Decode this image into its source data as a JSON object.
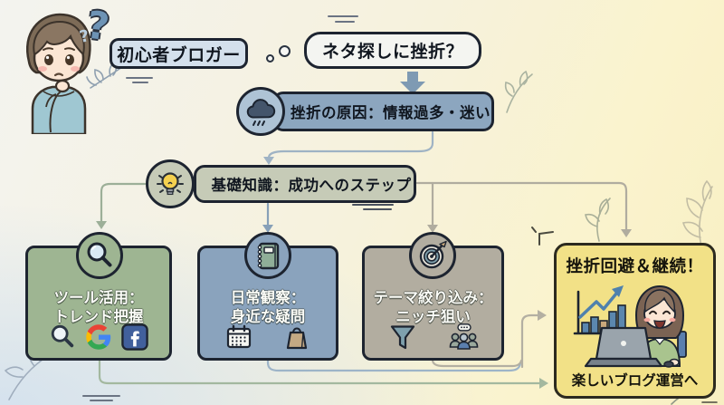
{
  "scene": {
    "type": "blogging-flowchart-infographic"
  },
  "character": {
    "description": "thinking-boy-illustration",
    "question_mark": "?"
  },
  "nodes": {
    "beginner": {
      "label": "初心者ブロガー"
    },
    "thought": {
      "label": "ネタ探しに挫折？"
    },
    "cause": {
      "label": "挫折の原因：情報過多・迷い",
      "icon": "rain-cloud-icon"
    },
    "knowledge": {
      "label": "基礎知識：成功へのステップ",
      "icon": "lightbulb-icon"
    },
    "strategies": [
      {
        "id": "tools",
        "line1": "ツール活用：",
        "line2": "トレンド把握",
        "badge_icon": "magnifier-icon",
        "footer_icons": [
          "magnifier-icon",
          "google-icon",
          "facebook-icon"
        ],
        "fill": "#9eb592"
      },
      {
        "id": "daily",
        "line1": "日常観察：",
        "line2": "身近な疑問",
        "badge_icon": "notebook-icon",
        "footer_icons": [
          "calendar-icon",
          "shopping-bag-icon"
        ],
        "fill": "#8aa3bd"
      },
      {
        "id": "theme",
        "line1": "テーマ絞り込み：",
        "line2": "ニッチ狙い",
        "badge_icon": "target-icon",
        "footer_icons": [
          "funnel-icon",
          "audience-icon"
        ],
        "fill": "#b2ada0"
      }
    ],
    "result": {
      "title": "挫折回避＆継続！",
      "subtitle": "楽しいブログ運営へ",
      "illustration": "happy-blogger-girl-with-laptop-and-growth-chart",
      "fill": "#f2e187"
    }
  },
  "colors": {
    "border_dark": "#1d2430",
    "beginner_fill": "#d4e0ec",
    "thought_fill": "#f4f5f1",
    "cause_fill": "#8ca6bf",
    "knowledge_fill": "#c6cbb7",
    "arrow_blue": "#7e9ab3",
    "connector_green": "#a3b89f",
    "connector_blue": "#9db4c8",
    "connector_tan": "#b3afa2",
    "connector_sage": "#9caf98",
    "background_cream": "#faf3cd",
    "background_blue": "#d3e1ee"
  }
}
